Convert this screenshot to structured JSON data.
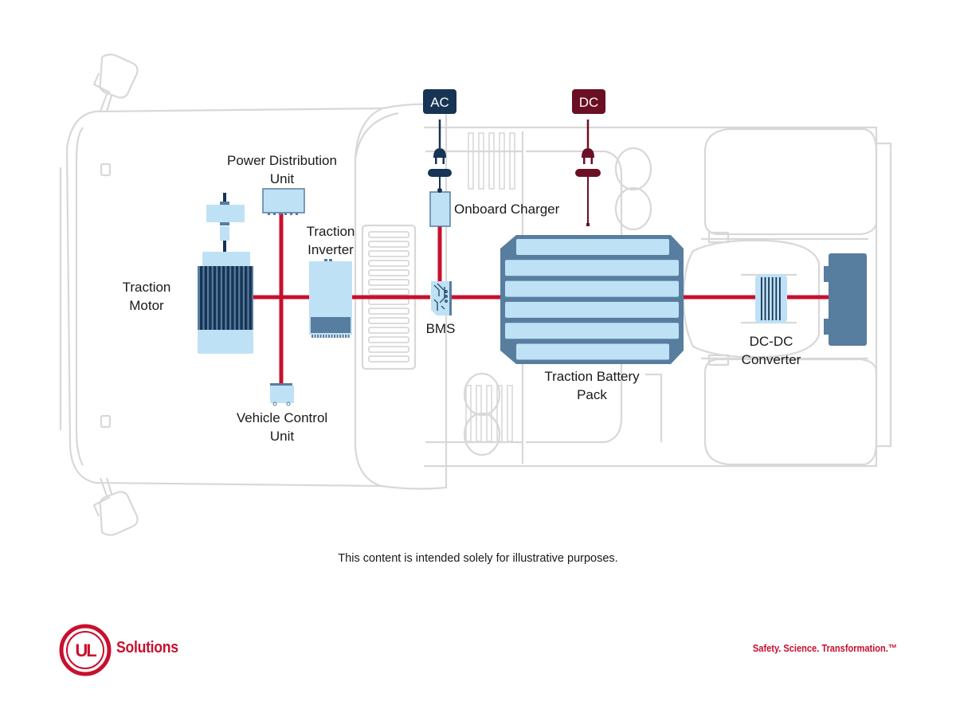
{
  "components": {
    "traction_motor": [
      "Traction",
      "Motor"
    ],
    "power_distribution_unit": [
      "Power Distribution",
      "Unit"
    ],
    "traction_inverter": [
      "Traction",
      "Inverter"
    ],
    "vehicle_control_unit": [
      "Vehicle Control",
      "Unit"
    ],
    "onboard_charger": "Onboard Charger",
    "bms": "BMS",
    "traction_battery_pack": [
      "Traction Battery",
      "Pack"
    ],
    "dc_dc_converter": [
      "DC-DC",
      "Converter"
    ]
  },
  "chargers": {
    "ac": {
      "label": "AC",
      "color": "#173454"
    },
    "dc": {
      "label": "DC",
      "color": "#6b0f24"
    }
  },
  "colors": {
    "wire": "#c8102e",
    "component_light": "#bfe1f5",
    "component_mid": "#577d9f",
    "component_dark": "#173454",
    "truck_outline": "#d8d8d8",
    "brand": "#c8102e"
  },
  "footer": {
    "disclaimer": "This content is intended solely for illustrative purposes.",
    "logo_mark": "UL",
    "logo_text": "Solutions",
    "tagline": "Safety. Science. Transformation.™"
  }
}
